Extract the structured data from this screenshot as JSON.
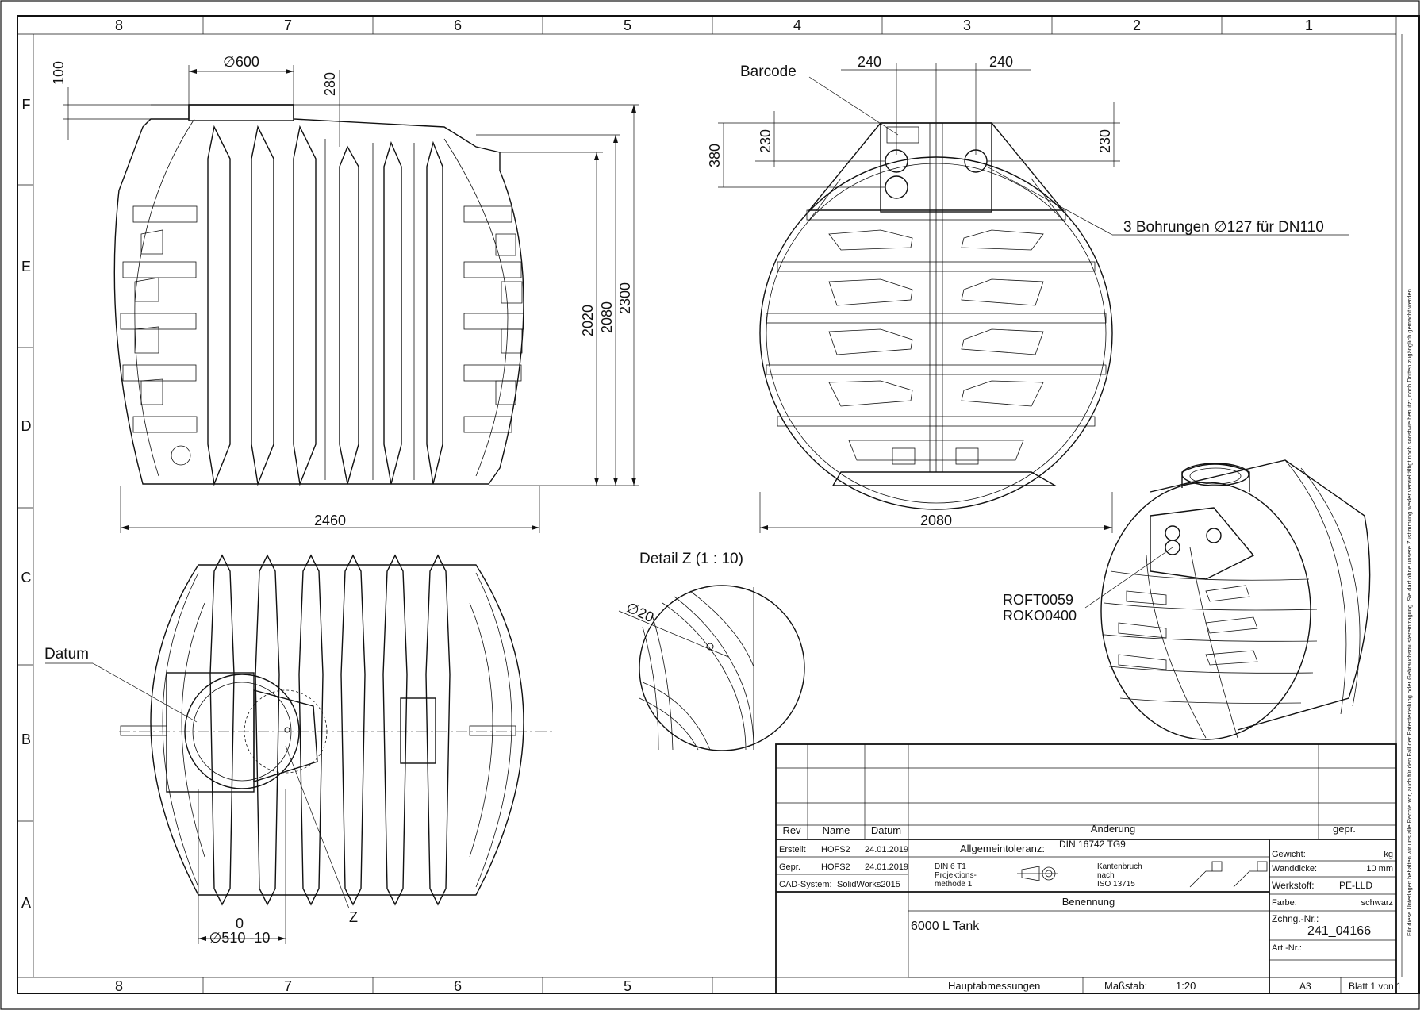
{
  "frame": {
    "columns": [
      "8",
      "7",
      "6",
      "5",
      "4",
      "3",
      "2",
      "1"
    ],
    "rows": [
      "F",
      "E",
      "D",
      "C",
      "B",
      "A"
    ]
  },
  "dimensions": {
    "top_opening": "∅600",
    "offset_100": "100",
    "offset_280": "280",
    "side_width": "2460",
    "h_2020": "2020",
    "h_2080": "2080",
    "h_2300": "2300",
    "front_width": "2080",
    "front_240_left": "240",
    "front_240_right": "240",
    "front_380": "380",
    "front_230_left": "230",
    "front_230_right": "230",
    "bottom_dia": "∅510 -10",
    "bottom_tol_zero": "0",
    "detail_dia": "∅20"
  },
  "labels": {
    "barcode": "Barcode",
    "bohrungen": "3 Bohrungen ∅127 für DN110",
    "detail": "Detail Z (1 : 10)",
    "datum": "Datum",
    "z_marker": "Z",
    "part_1": "ROFT0059",
    "part_2": "ROKO0400",
    "side_note": "Für diese Unterlagen behalten wir uns alle Rechte vor, auch für den Fall der Patenterteilung oder Gebrauchsmustereintragung. Sie darf ohne unsere Zustimmung weder vervielfältigt noch sonstwie benutzt, noch Dritten zugänglich gemacht werden"
  },
  "title_block": {
    "rev_header": "Rev",
    "name_header": "Name",
    "datum_header": "Datum",
    "aenderung": "Änderung",
    "gepr_header": "gepr.",
    "erstellt_label": "Erstellt",
    "erstellt_name": "HOFS2",
    "erstellt_date": "24.01.2019",
    "gepr_label": "Gepr.",
    "gepr_name": "HOFS2",
    "gepr_date": "24.01.2019",
    "cad_label": "CAD-System:",
    "cad_value": "SolidWorks2015",
    "allgemein_label": "Allgemeintoleranz:",
    "allgemein_value": "DIN 16742 TG9",
    "din_line1": "DIN 6 T1",
    "din_line2": "Projektions-",
    "din_line3": "methode 1",
    "kanten_line1": "Kantenbruch",
    "kanten_line2": "nach",
    "kanten_line3": "ISO 13715",
    "benennung_label": "Benennung",
    "benennung_value": "6000 L Tank",
    "haupt_label": "Hauptabmessungen",
    "massstab_label": "Maßstab:",
    "massstab_value": "1:20",
    "format": "A3",
    "blatt": "Blatt 1 von 1",
    "gewicht_label": "Gewicht:",
    "gewicht_value": "kg",
    "wanddicke_label": "Wanddicke:",
    "wanddicke_value": "10 mm",
    "werkstoff_label": "Werkstoff:",
    "werkstoff_value": "PE-LLD",
    "farbe_label": "Farbe:",
    "farbe_value": "schwarz",
    "zeichnung_label": "Zchng.-Nr.:",
    "zeichnung_value": "241_04166",
    "art_label": "Art.-Nr.:"
  }
}
